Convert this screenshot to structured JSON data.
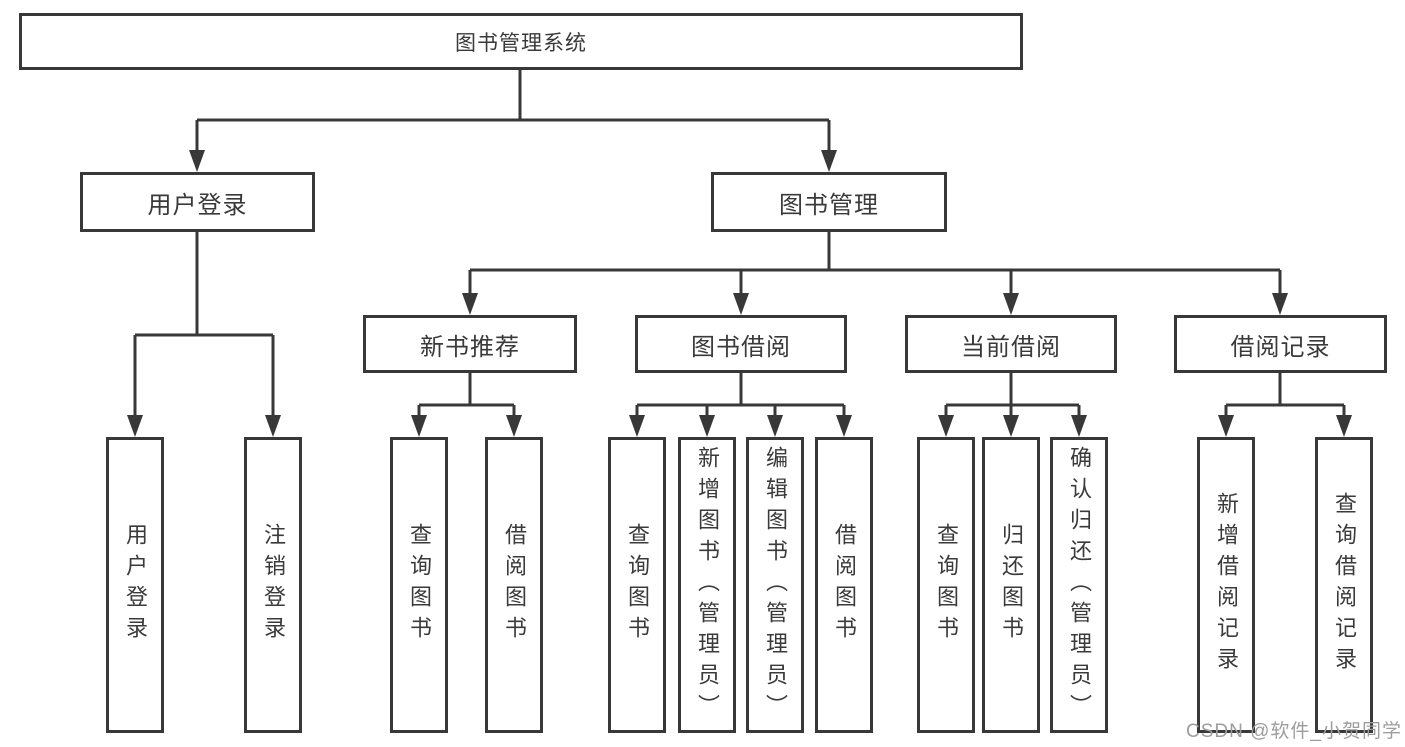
{
  "colors": {
    "line": "#383838",
    "text": "#3a3a3a",
    "background": "#ffffff",
    "watermark": "#9d9d9d"
  },
  "nodes": {
    "root": {
      "label": "图书管理系统"
    },
    "user_login": {
      "label": "用户登录"
    },
    "book_management": {
      "label": "图书管理"
    },
    "new_book_recommend": {
      "label": "新书推荐"
    },
    "book_borrowing": {
      "label": "图书借阅"
    },
    "current_borrowing": {
      "label": "当前借阅"
    },
    "borrowing_records": {
      "label": "借阅记录"
    },
    "leaf_user_login": {
      "label": "用户登录"
    },
    "leaf_logout_login": {
      "label": "注销登录"
    },
    "leaf_nb_query_books": {
      "label": "查询图书"
    },
    "leaf_nb_borrow_books": {
      "label": "借阅图书"
    },
    "leaf_bb_query_books": {
      "label": "查询图书"
    },
    "leaf_bb_add_books_admin": {
      "label": "新增图书（管理员）"
    },
    "leaf_bb_edit_books_admin": {
      "label": "编辑图书（管理员）"
    },
    "leaf_bb_borrow_books": {
      "label": "借阅图书"
    },
    "leaf_cb_query_books": {
      "label": "查询图书"
    },
    "leaf_cb_return_books": {
      "label": "归还图书"
    },
    "leaf_cb_confirm_return_admin": {
      "label": "确认归还（管理员）"
    },
    "leaf_br_add_record": {
      "label": "新增借阅记录"
    },
    "leaf_br_query_record": {
      "label": "查询借阅记录"
    }
  },
  "watermark": {
    "text": "CSDN @软件_小贺同学"
  }
}
